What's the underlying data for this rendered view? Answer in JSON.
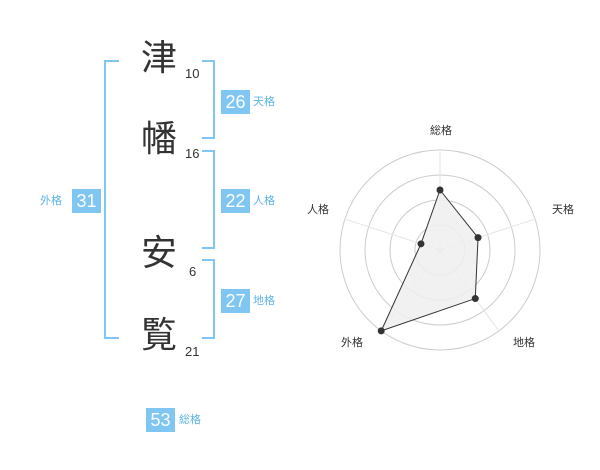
{
  "name": {
    "characters": [
      {
        "char": "津",
        "strokes": "10"
      },
      {
        "char": "幡",
        "strokes": "16"
      },
      {
        "char": "安",
        "strokes": "6"
      },
      {
        "char": "覧",
        "strokes": "21"
      }
    ]
  },
  "fortune": {
    "tenkaku": {
      "value": "26",
      "label": "天格"
    },
    "jinkaku": {
      "value": "22",
      "label": "人格"
    },
    "chikaku": {
      "value": "27",
      "label": "地格"
    },
    "gaikaku": {
      "value": "31",
      "label": "外格"
    },
    "soukaku": {
      "value": "53",
      "label": "総格"
    }
  },
  "colors": {
    "accent": "#7fc7f2",
    "label_text": "#5db3e8",
    "radar_fill": "#eeeeee",
    "radar_stroke": "#333333",
    "grid": "#cccccc"
  },
  "chart_data": {
    "type": "radar",
    "axes": [
      "総格",
      "天格",
      "地格",
      "外格",
      "人格"
    ],
    "values": [
      3,
      2,
      3,
      5,
      1
    ],
    "max": 5,
    "rings": 4
  }
}
